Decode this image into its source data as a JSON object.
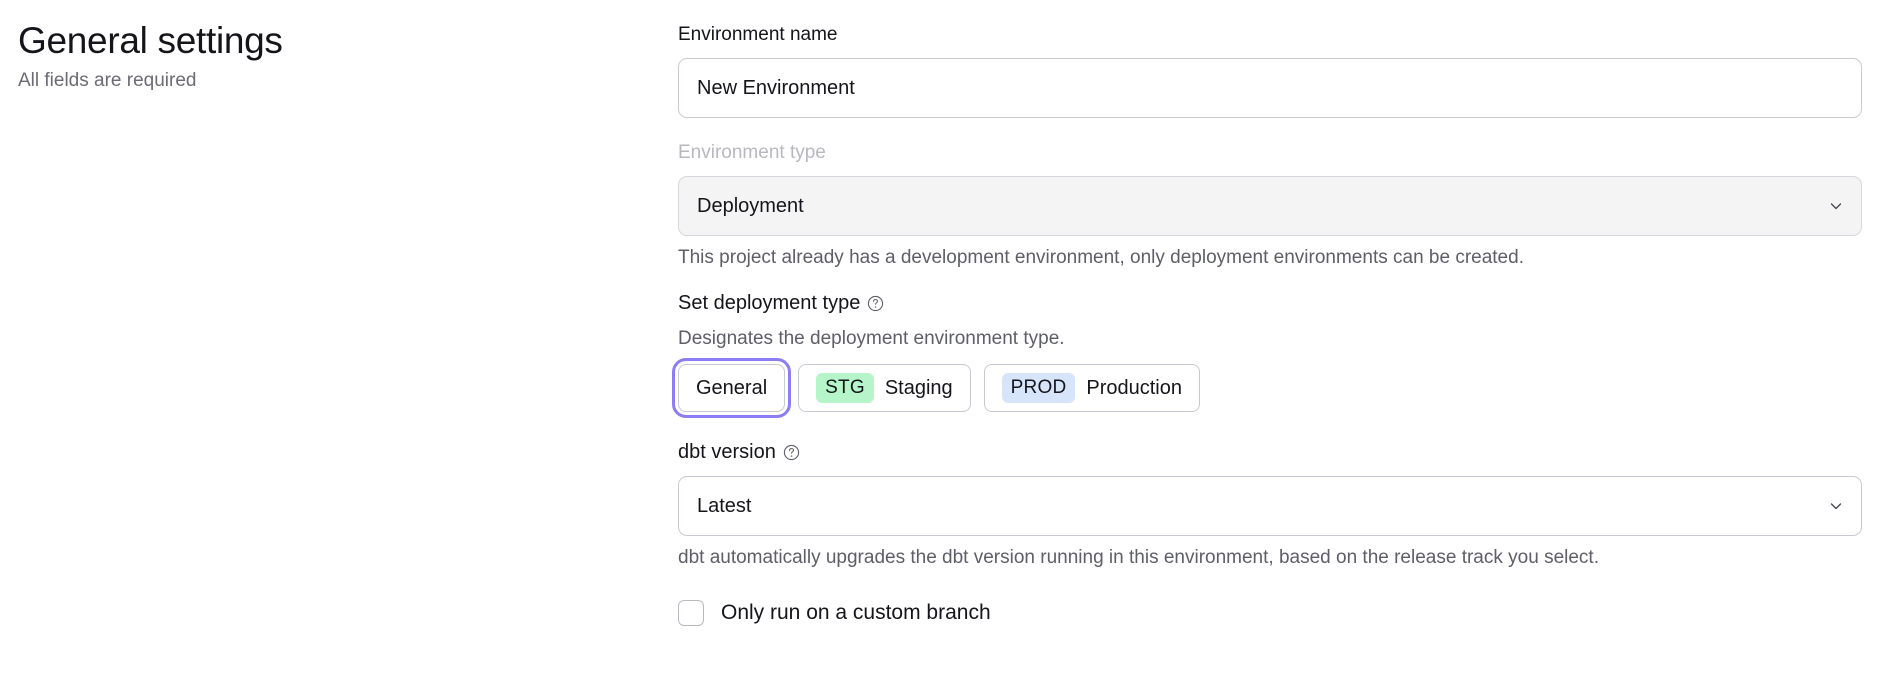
{
  "header": {
    "title": "General settings",
    "subtitle": "All fields are required"
  },
  "form": {
    "environment_name": {
      "label": "Environment name",
      "value": "New Environment",
      "placeholder": "Environment name"
    },
    "environment_type": {
      "label": "Environment type",
      "value": "Deployment",
      "disabled": true,
      "help_text": "This project already has a development environment, only deployment environments can be created.",
      "chevron_icon": "chevron-down-icon"
    },
    "deployment_type": {
      "label": "Set deployment type",
      "help_icon": "help-circle-icon",
      "description": "Designates the deployment environment type.",
      "options": [
        {
          "label": "General",
          "badge": "",
          "badge_style": "",
          "selected": true
        },
        {
          "label": "Staging",
          "badge": "STG",
          "badge_style": "stg",
          "selected": false
        },
        {
          "label": "Production",
          "badge": "PROD",
          "badge_style": "prod",
          "selected": false
        }
      ]
    },
    "dbt_version": {
      "label": "dbt version",
      "help_icon": "help-circle-icon",
      "value": "Latest",
      "help_text": "dbt automatically upgrades the dbt version running in this environment, based on the release track you select.",
      "chevron_icon": "chevron-down-icon"
    },
    "custom_branch": {
      "label": "Only run on a custom branch",
      "checked": false
    }
  },
  "colors": {
    "focus_ring": "#8b7ef3",
    "staging_badge": "#b6f5c9",
    "production_badge": "#d7e5fb",
    "disabled_field": "#f4f4f5",
    "border": "#c9c9d1"
  }
}
